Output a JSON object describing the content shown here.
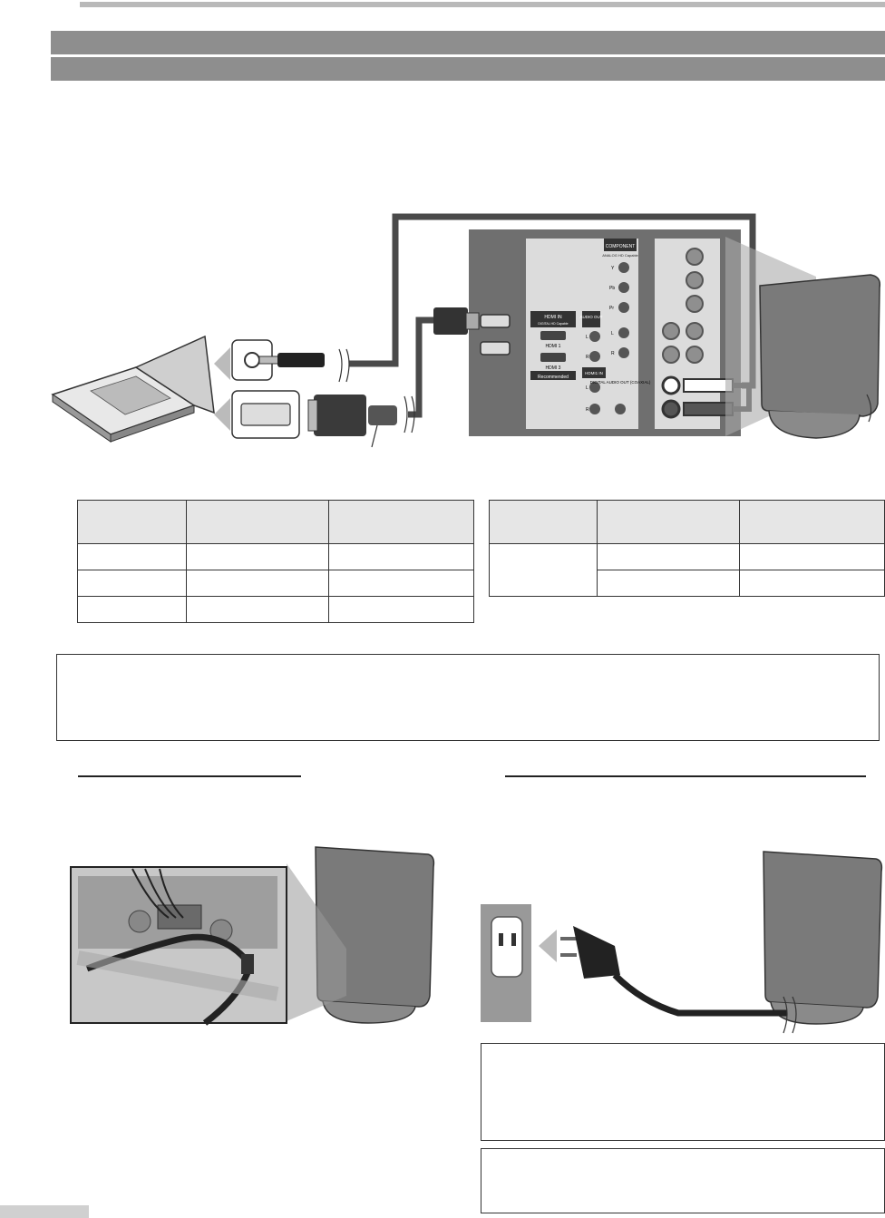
{
  "page": {
    "header_rule": "",
    "section_title": "",
    "section_subtitle": ""
  },
  "colors": {
    "header_bar": "#8e8e8e",
    "panel_dark": "#6f6f6f",
    "panel_light": "#dcdcdc",
    "cable": "#4a4a4a"
  },
  "connection_panel": {
    "component_header": "COMPONENT",
    "component_sub": "ANALOG HD Capable",
    "component_y": "Y",
    "component_pb": "Pb",
    "component_pr": "Pr",
    "component_l": "L",
    "component_r": "R",
    "hdmi_in_header": "HDMI IN",
    "hdmi_in_sub": "DIGITAL HD Capable",
    "hdmi_1": "HDMI 1",
    "hdmi_3": "HDMI 3",
    "hdmi_recommended": "Recommended",
    "audio_out_header": "AUDIO OUT",
    "audio_out_l": "L",
    "audio_out_r": "R",
    "hdmi1_in_header": "HDMI1 IN",
    "hdmi1_l": "L",
    "hdmi1_r": "R",
    "digital_audio_out": "DIGITAL AUDIO OUT (COAXIAL)"
  },
  "icons": [
    "laptop-icon",
    "audio-jack-icon",
    "dvi-port-icon",
    "hdmi-dvi-adapter-icon",
    "ferrite-core-icon",
    "tv-side-icon",
    "power-outlet-icon",
    "power-plug-icon",
    "cable-holder-icon"
  ]
}
